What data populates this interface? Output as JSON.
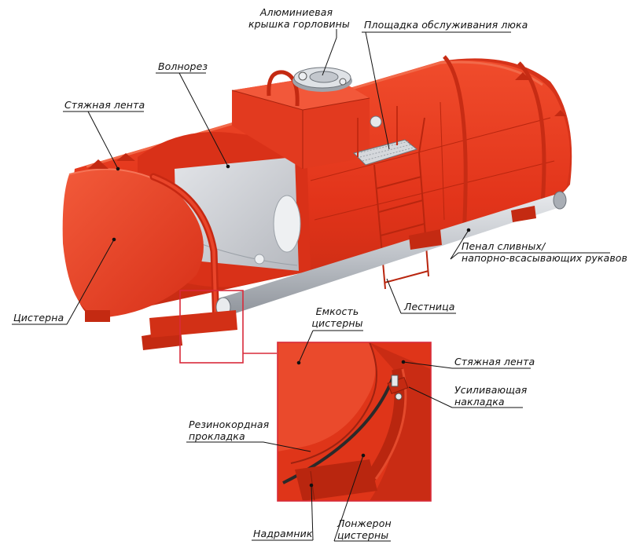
{
  "labels": {
    "aluminum_cover": [
      "Алюминиевая",
      "крышка горловины"
    ],
    "hatch_platform": "Площадка обслуживания люка",
    "breakwater": "Волнорез",
    "strap_band": "Стяжная лента",
    "tank": "Цистерна",
    "hose_case": [
      "Пенал сливных/",
      "напорно-всасывающих рукавов"
    ],
    "ladder": "Лестница",
    "tank_shell": [
      "Емкость",
      "цистерны"
    ],
    "strap_band_detail": "Стяжная лента",
    "reinforcing_plate": [
      "Усиливающая",
      "накладка"
    ],
    "rubber_gasket": [
      "Резинокордная",
      "прокладка"
    ],
    "subframe": "Надрамник",
    "tank_spar": [
      "Лонжерон",
      "цистерны"
    ]
  },
  "colors": {
    "tank_red": "#e8381c",
    "tank_dark": "#b8250f",
    "tank_light": "#f25a3a",
    "inner_grey": "#c9ccd2",
    "pipe_grey": "#bfc3c9",
    "callout_frame": "#d92a3a",
    "leader": "#111111"
  }
}
